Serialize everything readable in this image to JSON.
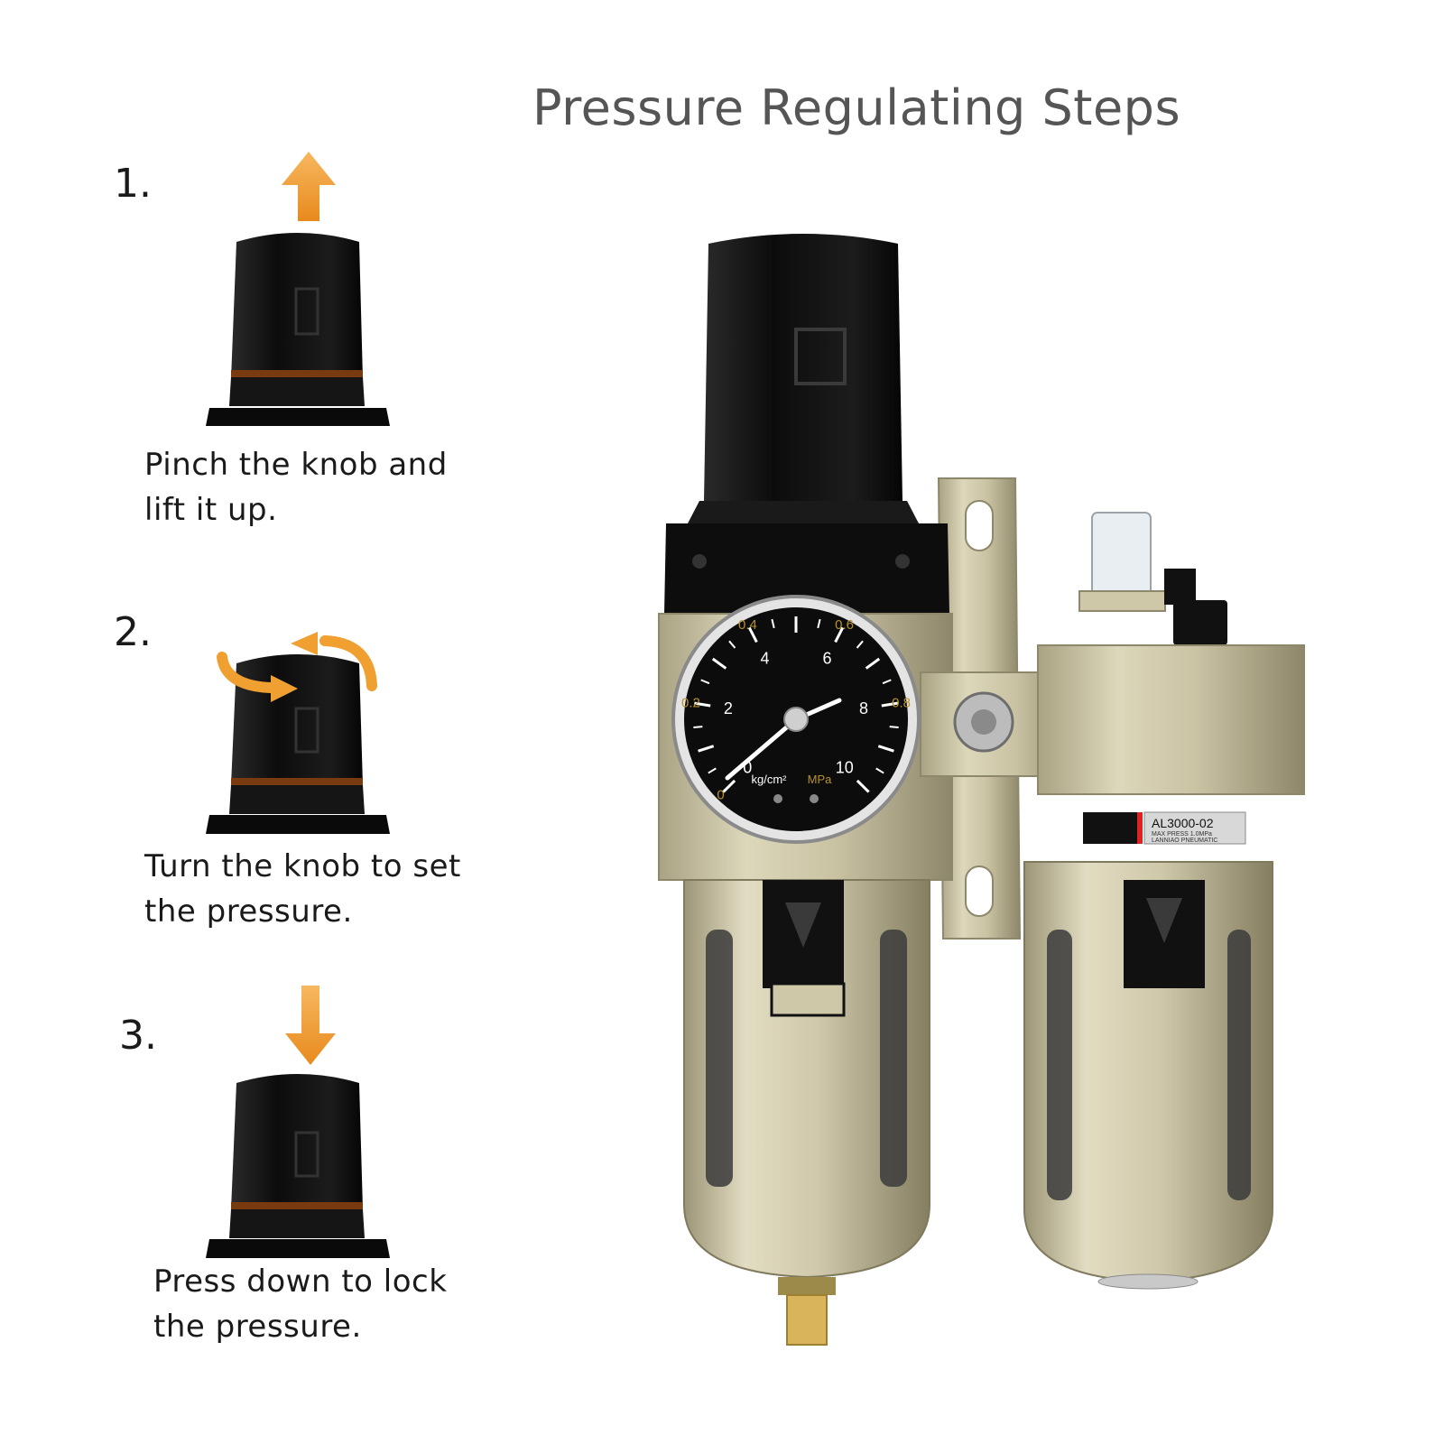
{
  "title": "Pressure Regulating Steps",
  "steps": [
    {
      "number": "1.",
      "line1": "Pinch the knob and",
      "line2": "lift it up.",
      "arrow": "up-arrow"
    },
    {
      "number": "2.",
      "line1": "Turn the knob to set",
      "line2": "the pressure.",
      "arrow": "rotate-arrow"
    },
    {
      "number": "3.",
      "line1": "Press down to lock",
      "line2": "the pressure.",
      "arrow": "down-arrow"
    }
  ],
  "gauge": {
    "outer_ticks": [
      "0",
      "0.2",
      "0.4",
      "0.6",
      "0.8"
    ],
    "inner_ticks": [
      "0",
      "2",
      "4",
      "6",
      "8",
      "10"
    ],
    "unit_left": "kg/cm²",
    "unit_right": "MPa"
  },
  "label_plate": {
    "model": "AL3000-02",
    "line2": "MAX PRESS 1.0MPa",
    "line3": "LANNIAO PNEUMATIC"
  },
  "colors": {
    "arrow": "#f0a030",
    "knob": "#111111",
    "body": "#cfc8a8"
  }
}
